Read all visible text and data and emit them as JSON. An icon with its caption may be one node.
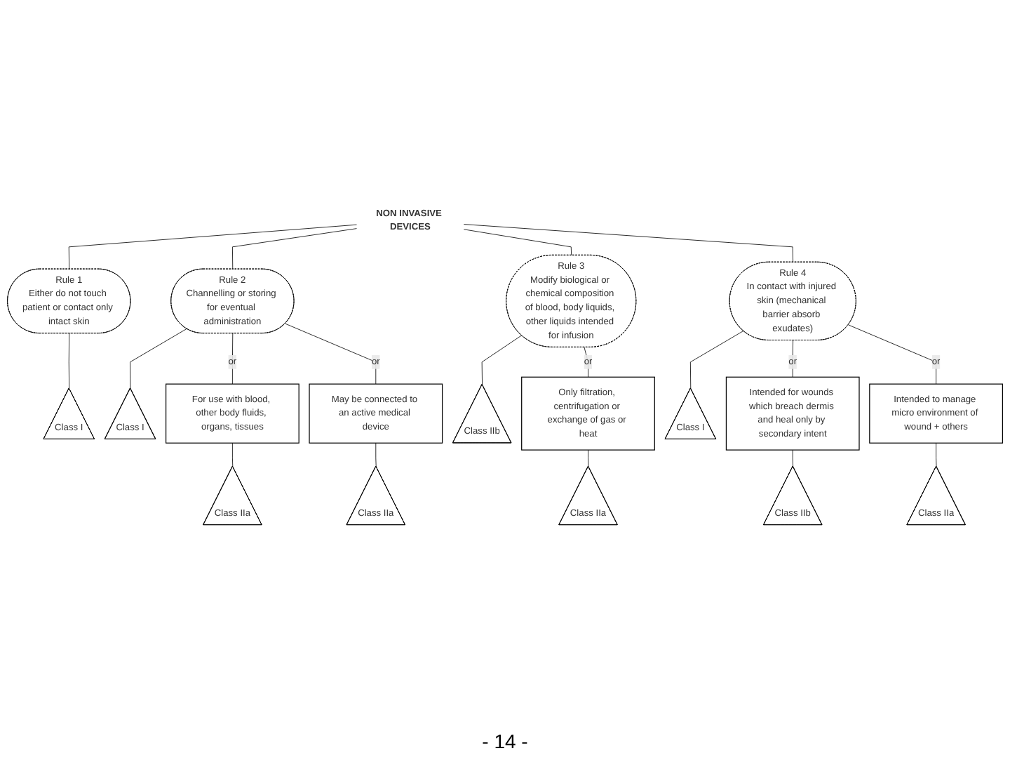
{
  "diagram": {
    "nodes": [
      {
        "text": [
          "NON INVASIVE DEVICES"
        ]
      },
      {
        "text": [
          "Rule 1",
          "Either do not touch patient or contact only intact skin"
        ]
      },
      {
        "text": [
          "Class I"
        ]
      },
      {
        "text": [
          "Rule 2",
          "Channelling or storing for eventual administration"
        ]
      },
      {
        "text": [
          "Class I"
        ]
      },
      {
        "text": [
          "For use with blood, other body fluids, organs, tissues"
        ]
      },
      {
        "text": [
          "Class IIa"
        ]
      },
      {
        "text": [
          "May be connected to an active medical device"
        ]
      },
      {
        "text": [
          "Class IIa"
        ]
      },
      {
        "text": [
          "Rule 3",
          "Modify biological or chemical composition of blood, body liquids, other liquids intended for infusion"
        ]
      },
      {
        "text": [
          "Class IIb"
        ]
      },
      {
        "text": [
          "Only filtration, centrifugation or exchange of gas or heat"
        ]
      },
      {
        "text": [
          "Class IIa"
        ]
      },
      {
        "text": [
          "Rule 4",
          "In contact with injured skin (mechanical barrier absorb exudates)"
        ]
      },
      {
        "text": [
          "Class I"
        ]
      },
      {
        "text": [
          "Intended for wounds which breach dermis and heal only by secondary intent"
        ]
      },
      {
        "text": [
          "Class IIb"
        ]
      },
      {
        "text": [
          "Intended to manage micro environment of wound + others"
        ]
      },
      {
        "text": [
          "Class IIa"
        ]
      }
    ],
    "edges": [
      {
        "from": 0,
        "to": 1,
        "arrow": "none"
      },
      {
        "from": 0,
        "to": 3,
        "arrow": "none"
      },
      {
        "from": 0,
        "to": 9,
        "arrow": "none"
      },
      {
        "from": 0,
        "to": 13,
        "arrow": "none"
      },
      {
        "from": 1,
        "to": 2,
        "arrow": "none"
      },
      {
        "from": 3,
        "to": 4,
        "arrow": "none"
      },
      {
        "from": 3,
        "to": 5,
        "label": "or",
        "arrow": "none"
      },
      {
        "from": 3,
        "to": 7,
        "label": "or",
        "arrow": "none"
      },
      {
        "from": 5,
        "to": 6,
        "arrow": "none"
      },
      {
        "from": 7,
        "to": 8,
        "arrow": "none"
      },
      {
        "from": 9,
        "to": 10,
        "arrow": "none"
      },
      {
        "from": 9,
        "to": 11,
        "label": "or",
        "arrow": "none"
      },
      {
        "from": 11,
        "to": 12,
        "arrow": "none"
      },
      {
        "from": 13,
        "to": 14,
        "arrow": "none"
      },
      {
        "from": 13,
        "to": 15,
        "label": "or",
        "arrow": "none"
      },
      {
        "from": 15,
        "to": 16,
        "arrow": "none"
      },
      {
        "from": 13,
        "to": 17,
        "label": "or",
        "arrow": "none"
      },
      {
        "from": 17,
        "to": 18,
        "arrow": "none"
      }
    ],
    "labels": [
      "- 14 -"
    ]
  }
}
